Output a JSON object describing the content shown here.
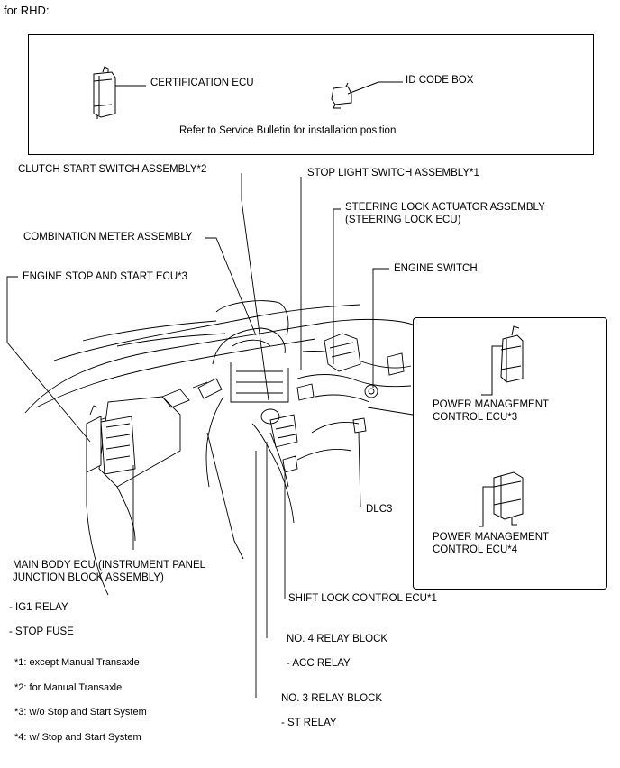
{
  "header": "for RHD:",
  "top_box": {
    "certification_ecu": "CERTIFICATION ECU",
    "id_code_box": "ID CODE BOX",
    "note": "Refer to Service Bulletin for installation position"
  },
  "labels": {
    "clutch_start_switch": "CLUTCH START SWITCH ASSEMBLY*2",
    "stop_light_switch": "STOP LIGHT SWITCH ASSEMBLY*1",
    "steering_lock_line1": "STEERING LOCK ACTUATOR ASSEMBLY",
    "steering_lock_line2": "(STEERING LOCK ECU)",
    "combination_meter": "COMBINATION METER ASSEMBLY",
    "engine_switch": "ENGINE SWITCH",
    "engine_stop_start_ecu": "ENGINE STOP AND START ECU*3",
    "pmc_ecu3_line1": "POWER MANAGEMENT",
    "pmc_ecu3_line2": "CONTROL ECU*3",
    "pmc_ecu4_line1": "POWER MANAGEMENT",
    "pmc_ecu4_line2": "CONTROL ECU*4",
    "dlc3": "DLC3",
    "main_body_line1": "MAIN BODY ECU (INSTRUMENT PANEL",
    "main_body_line2": "JUNCTION BLOCK ASSEMBLY)",
    "shift_lock": "SHIFT LOCK CONTROL ECU*1",
    "ig1_relay": "- IG1 RELAY",
    "stop_fuse": "- STOP FUSE",
    "no4_relay_block": "NO. 4 RELAY BLOCK",
    "acc_relay": "- ACC RELAY",
    "no3_relay_block": "NO. 3 RELAY BLOCK",
    "st_relay": "- ST RELAY"
  },
  "footnotes": [
    "*1: except Manual Transaxle",
    "*2: for Manual Transaxle",
    "*3: w/o Stop and Start System",
    "*4: w/ Stop and Start System"
  ]
}
